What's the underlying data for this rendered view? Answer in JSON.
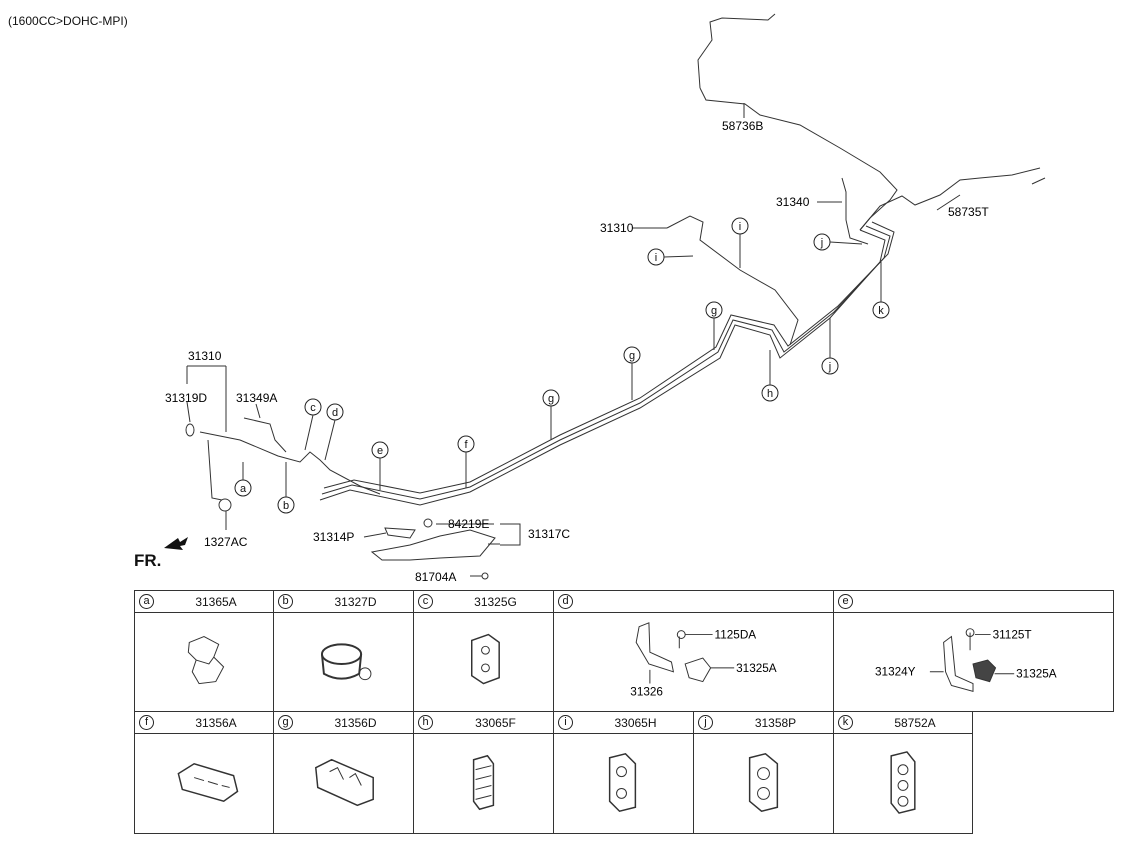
{
  "header_note": "(1600CC>DOHC-MPI)",
  "front_label": "FR.",
  "labels": {
    "l_31310_top": "31310",
    "l_58736B": "58736B",
    "l_31340": "31340",
    "l_58735T": "58735T",
    "l_31310_left": "31310",
    "l_31319D": "31319D",
    "l_31349A": "31349A",
    "l_1327AC": "1327AC",
    "l_31314P": "31314P",
    "l_84219E": "84219E",
    "l_31317C": "31317C",
    "l_81704A": "81704A"
  },
  "callouts": [
    "a",
    "b",
    "c",
    "d",
    "e",
    "f",
    "g",
    "g",
    "g",
    "h",
    "i",
    "i",
    "j",
    "j",
    "k"
  ],
  "table": {
    "row1": [
      {
        "letter": "a",
        "part": "31365A"
      },
      {
        "letter": "b",
        "part": "31327D"
      },
      {
        "letter": "c",
        "part": "31325G"
      },
      {
        "letter": "d",
        "part": ""
      },
      {
        "letter": "e",
        "part": ""
      }
    ],
    "row2": [
      {
        "letter": "f",
        "part": "31356A"
      },
      {
        "letter": "g",
        "part": "31356D"
      },
      {
        "letter": "h",
        "part": "33065F"
      },
      {
        "letter": "i",
        "part": "33065H"
      },
      {
        "letter": "j",
        "part": "31358P"
      },
      {
        "letter": "k",
        "part": "58752A"
      }
    ],
    "d_labels": {
      "p1": "1125DA",
      "p2": "31325A",
      "p3": "31326"
    },
    "e_labels": {
      "p1": "31125T",
      "p2": "31324Y",
      "p3": "31325A"
    }
  }
}
